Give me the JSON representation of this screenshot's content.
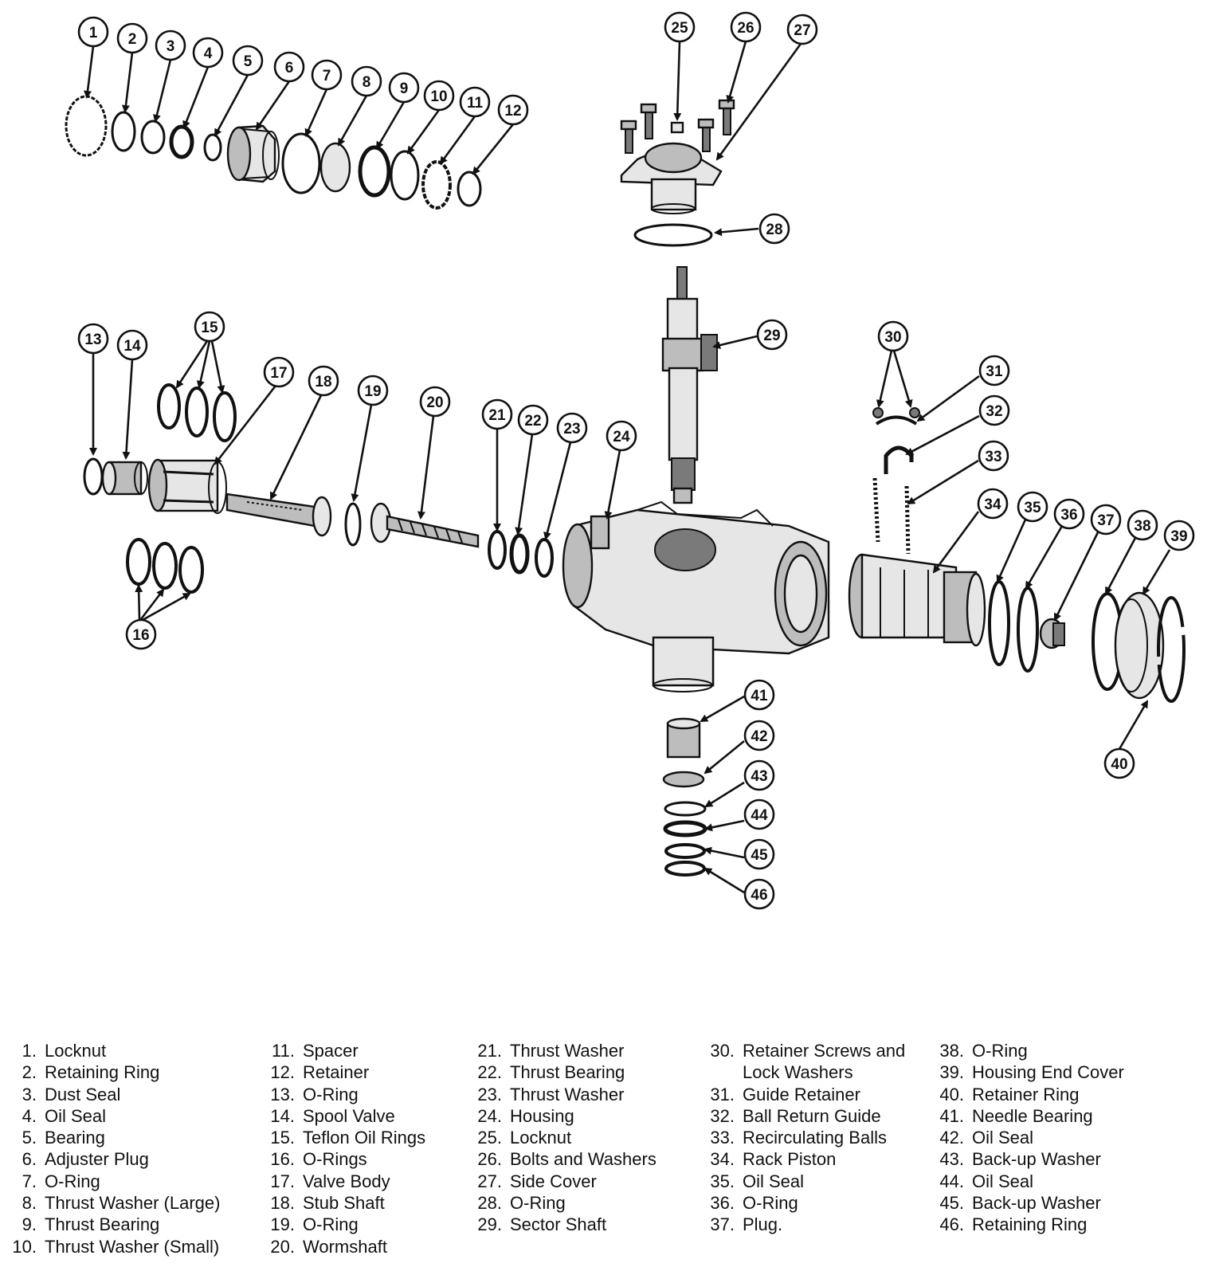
{
  "callouts": [
    "1",
    "2",
    "3",
    "4",
    "5",
    "6",
    "7",
    "8",
    "9",
    "10",
    "11",
    "12",
    "13",
    "14",
    "15",
    "16",
    "17",
    "18",
    "19",
    "20",
    "21",
    "22",
    "23",
    "24",
    "25",
    "26",
    "27",
    "28",
    "29",
    "30",
    "31",
    "32",
    "33",
    "34",
    "35",
    "36",
    "37",
    "38",
    "39",
    "40",
    "41",
    "42",
    "43",
    "44",
    "45",
    "46"
  ],
  "legend": {
    "col1": [
      {
        "num": "1.",
        "label": "Locknut"
      },
      {
        "num": "2.",
        "label": "Retaining Ring"
      },
      {
        "num": "3.",
        "label": "Dust Seal"
      },
      {
        "num": "4.",
        "label": "Oil Seal"
      },
      {
        "num": "5.",
        "label": "Bearing"
      },
      {
        "num": "6.",
        "label": "Adjuster Plug"
      },
      {
        "num": "7.",
        "label": "O-Ring"
      },
      {
        "num": "8.",
        "label": "Thrust Washer (Large)"
      },
      {
        "num": "9.",
        "label": "Thrust Bearing"
      },
      {
        "num": "10.",
        "label": "Thrust Washer (Small)"
      }
    ],
    "col2": [
      {
        "num": "11.",
        "label": "Spacer"
      },
      {
        "num": "12.",
        "label": "Retainer"
      },
      {
        "num": "13.",
        "label": "O-Ring"
      },
      {
        "num": "14.",
        "label": "Spool Valve"
      },
      {
        "num": "15.",
        "label": "Teflon Oil Rings"
      },
      {
        "num": "16.",
        "label": "O-Rings"
      },
      {
        "num": "17.",
        "label": "Valve Body"
      },
      {
        "num": "18.",
        "label": "Stub Shaft"
      },
      {
        "num": "19.",
        "label": "O-Ring"
      },
      {
        "num": "20.",
        "label": "Wormshaft"
      }
    ],
    "col3": [
      {
        "num": "21.",
        "label": "Thrust Washer"
      },
      {
        "num": "22.",
        "label": "Thrust Bearing"
      },
      {
        "num": "23.",
        "label": "Thrust Washer"
      },
      {
        "num": "24.",
        "label": "Housing"
      },
      {
        "num": "25.",
        "label": "Locknut"
      },
      {
        "num": "26.",
        "label": "Bolts and Washers"
      },
      {
        "num": "27.",
        "label": "Side Cover"
      },
      {
        "num": "28.",
        "label": "O-Ring"
      },
      {
        "num": "29.",
        "label": "Sector Shaft"
      }
    ],
    "col4": [
      {
        "num": "30.",
        "label": "Retainer Screws and"
      },
      {
        "num": "",
        "label": "Lock Washers"
      },
      {
        "num": "31.",
        "label": "Guide Retainer"
      },
      {
        "num": "32.",
        "label": "Ball Return Guide"
      },
      {
        "num": "33.",
        "label": "Recirculating Balls"
      },
      {
        "num": "34.",
        "label": "Rack Piston"
      },
      {
        "num": "35.",
        "label": "Oil Seal"
      },
      {
        "num": "36.",
        "label": "O-Ring"
      },
      {
        "num": "37.",
        "label": "Plug."
      }
    ],
    "col5": [
      {
        "num": "38.",
        "label": "O-Ring"
      },
      {
        "num": "39.",
        "label": "Housing End Cover"
      },
      {
        "num": "40.",
        "label": "Retainer Ring"
      },
      {
        "num": "41.",
        "label": "Needle Bearing"
      },
      {
        "num": "42.",
        "label": "Oil Seal"
      },
      {
        "num": "43.",
        "label": "Back-up Washer"
      },
      {
        "num": "44.",
        "label": "Oil Seal"
      },
      {
        "num": "45.",
        "label": "Back-up Washer"
      },
      {
        "num": "46.",
        "label": "Retaining Ring"
      }
    ]
  }
}
